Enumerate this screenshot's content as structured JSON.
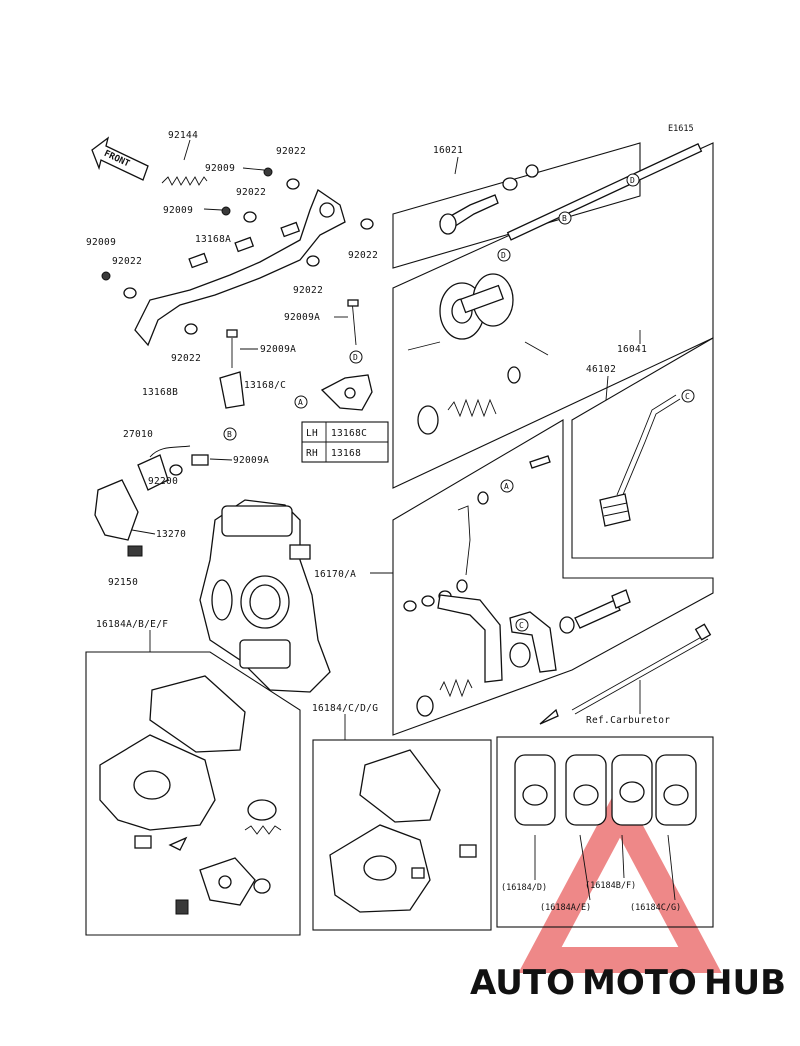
{
  "diagram_code": "E1615",
  "front_label": "FRONT",
  "labels": {
    "p92144": "92144",
    "p92009_a": "92009",
    "p92022_a": "92022",
    "p92022_b": "92022",
    "p92009_b": "92009",
    "p92009_c": "92009",
    "p92022_c": "92022",
    "p13168A": "13168A",
    "p92022_d": "92022",
    "p92022_e": "92022",
    "p92022_f": "92022",
    "p92009A_a": "92009A",
    "p92009A_b": "92009A",
    "p13168B": "13168B",
    "p13168C": "13168/C",
    "p27010": "27010",
    "p92009A_c": "92009A",
    "p92200": "92200",
    "p13270": "13270",
    "p92150": "92150",
    "p16021": "16021",
    "p16041": "16041",
    "p46102": "46102",
    "p16170A": "16170/A",
    "p16184ABEF": "16184A/B/E/F",
    "p16184CDG": "16184/C/D/G",
    "ref_carburetor": "Ref.Carburetor",
    "g16184D": "(16184/D)",
    "g16184BF": "(16184B/F)",
    "g16184AE": "(16184A/E)",
    "g16184CG": "(16184C/G)"
  },
  "side_table": [
    {
      "side": "LH",
      "part": "13168C"
    },
    {
      "side": "RH",
      "part": "13168"
    }
  ],
  "callouts": {
    "a1": "A",
    "a2": "A",
    "b1": "B",
    "b2": "B",
    "c1": "C",
    "c2": "C",
    "d1": "D",
    "d2": "D",
    "d3": "D"
  },
  "watermark": {
    "part1": "AUTO",
    "part2": "MOTO",
    "part3": "HUB",
    "color_auto": "#f0b030",
    "color_moto": "#e85a4a",
    "color_hub": "#555555"
  }
}
